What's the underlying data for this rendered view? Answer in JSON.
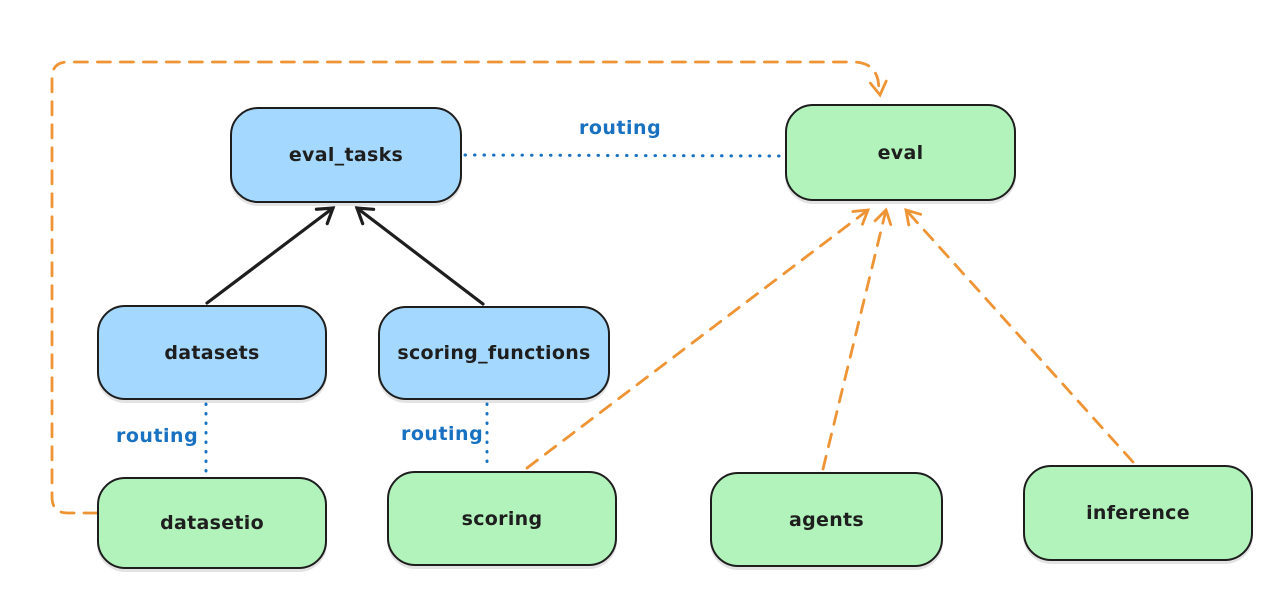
{
  "diagram": {
    "type": "flow-diagram",
    "colors": {
      "canvas_bg": "#ffffff",
      "node_blue_fill": "#a5d8ff",
      "node_green_fill": "#b2f2bb",
      "node_stroke": "#1e1e1e",
      "node_text": "#1e1e1e",
      "routing_blue": "#1971c2",
      "arrow_black": "#1e1e1e",
      "arrow_orange": "#ef9435"
    },
    "nodes": [
      {
        "id": "eval_tasks",
        "label": "eval_tasks",
        "color": "blue"
      },
      {
        "id": "eval",
        "label": "eval",
        "color": "green"
      },
      {
        "id": "datasets",
        "label": "datasets",
        "color": "blue"
      },
      {
        "id": "scoring_functions",
        "label": "scoring_functions",
        "color": "blue"
      },
      {
        "id": "datasetio",
        "label": "datasetio",
        "color": "green"
      },
      {
        "id": "scoring",
        "label": "scoring",
        "color": "green"
      },
      {
        "id": "agents",
        "label": "agents",
        "color": "green"
      },
      {
        "id": "inference",
        "label": "inference",
        "color": "green"
      }
    ],
    "edge_labels": {
      "eval_tasks_to_eval": "routing",
      "datasets_to_datasetio": "routing",
      "scoring_functions_to_scoring": "routing"
    },
    "edges": [
      {
        "from": "datasets",
        "to": "eval_tasks",
        "style": "solid",
        "color": "black",
        "arrow": true
      },
      {
        "from": "scoring_functions",
        "to": "eval_tasks",
        "style": "solid",
        "color": "black",
        "arrow": true
      },
      {
        "from": "eval_tasks",
        "to": "eval",
        "style": "dotted",
        "color": "blue",
        "arrow": false,
        "label": "routing"
      },
      {
        "from": "datasets",
        "to": "datasetio",
        "style": "dotted",
        "color": "blue",
        "arrow": false,
        "label": "routing"
      },
      {
        "from": "scoring_functions",
        "to": "scoring",
        "style": "dotted",
        "color": "blue",
        "arrow": false,
        "label": "routing"
      },
      {
        "from": "scoring",
        "to": "eval",
        "style": "dashed",
        "color": "orange",
        "arrow": true
      },
      {
        "from": "agents",
        "to": "eval",
        "style": "dashed",
        "color": "orange",
        "arrow": true
      },
      {
        "from": "inference",
        "to": "eval",
        "style": "dashed",
        "color": "orange",
        "arrow": true
      },
      {
        "from": "datasetio",
        "to": "eval",
        "style": "dashed",
        "color": "orange",
        "arrow": true,
        "route": "around-left-and-top"
      }
    ]
  }
}
